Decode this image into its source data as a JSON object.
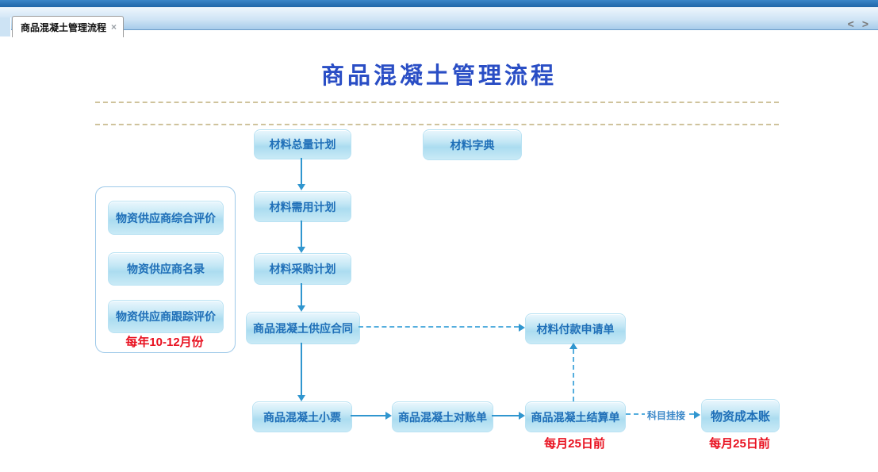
{
  "window": {
    "tab": {
      "label": "商品混凝土管理流程",
      "close_icon": "×"
    },
    "nav": {
      "prev": "<",
      "next": ">"
    }
  },
  "diagram": {
    "title": "商品混凝土管理流程",
    "nodes": {
      "material_total_plan": "材料总量计划",
      "material_dictionary": "材料字典",
      "material_requirement_plan": "材料需用计划",
      "material_purchase_plan": "材料采购计划",
      "concrete_supply_contract": "商品混凝土供应合同",
      "material_payment_request": "材料付款申请单",
      "concrete_receipt": "商品混凝土小票",
      "concrete_statement": "商品混凝土对账单",
      "concrete_settlement": "商品混凝土结算单",
      "material_cost_account": "物资成本账",
      "supplier_comprehensive_evaluation": "物资供应商综合评价",
      "supplier_directory": "物资供应商名录",
      "supplier_tracking_evaluation": "物资供应商跟踪评价"
    },
    "annotations": {
      "supplier_period": "每年10-12月份",
      "settlement_deadline": "每月25日前",
      "cost_account_deadline": "每月25日前",
      "link_label": "科目挂接"
    },
    "colors": {
      "title_blue": "#2a4ec5",
      "node_text_blue": "#1f6fb8",
      "node_fill_blue": "#bfe4f4",
      "arrow_blue": "#3096cf",
      "annotation_red": "#e8101f",
      "separator_tan": "#cfc39c",
      "chrome_blue": "#2470b3"
    }
  }
}
